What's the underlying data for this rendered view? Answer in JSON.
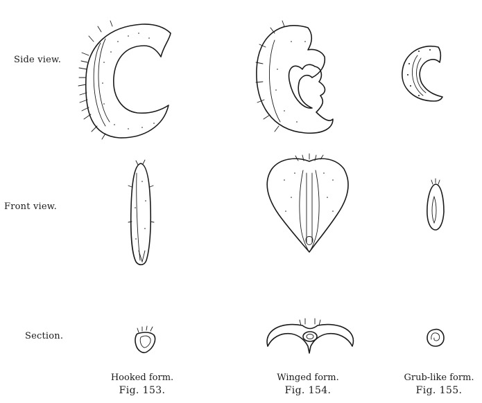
{
  "rows": {
    "side": "Side view.",
    "front": "Front view.",
    "section": "Section."
  },
  "figures": [
    {
      "form": "Hooked form.",
      "fig": "Fig. 153."
    },
    {
      "form": "Winged form.",
      "fig": "Fig. 154."
    },
    {
      "form": "Grub-like form.",
      "fig": "Fig. 155."
    }
  ]
}
